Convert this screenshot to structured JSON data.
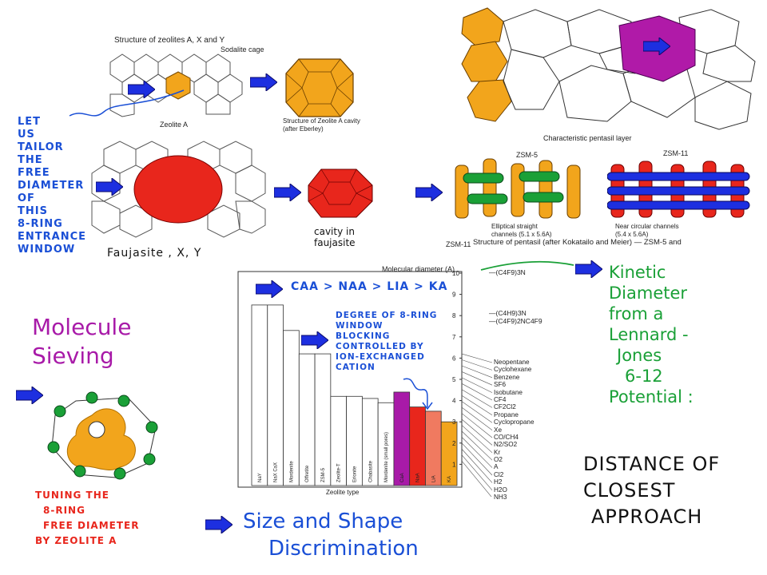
{
  "top_diagram": {
    "title": "Structure of zeolites A, X and Y",
    "sodalite_label": "Sodalite cage",
    "zeolite_a_label": "Zeolite A",
    "cavity_label_1": "Structure of Zeolite A cavity",
    "cavity_label_2": "(after Eberley)",
    "pentasil_label": "Characteristic pentasil layer",
    "faujasite_label": "Faujasite , X, Y",
    "faujasite_cavity_1": "cavity in",
    "faujasite_cavity_2": "faujasite"
  },
  "left_note": {
    "lines": [
      "LET",
      "US",
      "TAILOR",
      "THE",
      "FREE",
      "DIAMETER",
      "OF",
      "THIS",
      "8-RING",
      "ENTRANCE",
      "WINDOW"
    ]
  },
  "zsm": {
    "zsm5_title": "ZSM-5",
    "zsm11_title": "ZSM-11",
    "zsm11_left": "ZSM-11",
    "elliptical_1": "Elliptical straight",
    "elliptical_2": "channels (5.1 x 5.6A)",
    "near_1": "Near circular channels",
    "near_2": "(5.4 x 5.6A)",
    "caption": "Structure of pentasil (after Kokatailo and Meier) — ZSM-5 and"
  },
  "chart_notes": {
    "cation_order": "CaA > NaA > LiA > KA",
    "degree_lines": [
      "DEGREE OF 8-RING",
      "WINDOW",
      "BLOCKING",
      "CONTROLLED BY",
      "ION-EXCHANGED",
      "CATION"
    ]
  },
  "kinetic_note": {
    "lines": [
      "Kinetic",
      "Diameter",
      "from a",
      "Lennard -",
      "Jones",
      "6-12",
      "Potential :"
    ]
  },
  "distance_note": {
    "lines": [
      "DISTANCE OF",
      "CLOSEST",
      "APPROACH"
    ]
  },
  "molecule_sieving": {
    "line1": "Molecule",
    "line2": "Sieving"
  },
  "tuning_note": {
    "lines": [
      "TUNING THE",
      "8-RING",
      "FREE DIAMETER",
      "BY ZEOLITE A"
    ]
  },
  "size_shape": {
    "line1": "Size and Shape",
    "line2": "Discrimination"
  },
  "colors": {
    "blue_ink": "#1a4fd6",
    "green_ink": "#1aa037",
    "purple": "#a81aa8",
    "red": "#e8261c",
    "orange": "#f2a51c",
    "arrow_blue": "#1d2fe0"
  },
  "chart_data": {
    "type": "bar",
    "title": "",
    "xlabel": "Zeolite type",
    "ylabel": "Molecular diameter (A)",
    "ylim": [
      0,
      10
    ],
    "yticks": [
      1,
      2,
      3,
      4,
      5,
      6,
      7,
      8,
      9,
      10
    ],
    "categories": [
      "NaY",
      "NaX CaX",
      "Mordenite",
      "Offretite",
      "ZSM-5",
      "Zeolite-T",
      "Erionite",
      "Chabasite",
      "Mordenite (small pores)",
      "CaA",
      "NaA",
      "LiA",
      "KA"
    ],
    "values": [
      8.5,
      8.5,
      7.3,
      6.2,
      6.2,
      4.2,
      4.2,
      4.1,
      3.9,
      4.4,
      3.7,
      3.5,
      3.0
    ],
    "bar_colors": [
      "#ffffff",
      "#ffffff",
      "#ffffff",
      "#ffffff",
      "#ffffff",
      "#ffffff",
      "#ffffff",
      "#ffffff",
      "#ffffff",
      "#a81aa8",
      "#e8261c",
      "#f07a60",
      "#f2a51c"
    ],
    "top_labels": [
      {
        "y": 10.0,
        "text": "(C4F9)3N"
      },
      {
        "y": 8.1,
        "text": "(C4H9)3N"
      },
      {
        "y": 7.7,
        "text": "(C4F9)2NC4F9"
      }
    ],
    "molecules": [
      "Neopentane",
      "Cyclohexane",
      "Benzene",
      "SF6",
      "Isobutane",
      "CF4",
      "CF2Cl2",
      "Propane",
      "Cyclopropane",
      "Xe",
      "CO/CH4",
      "N2/SO2",
      "Kr",
      "O2",
      "A",
      "Cl2",
      "H2",
      "H2O",
      "NH3"
    ]
  }
}
